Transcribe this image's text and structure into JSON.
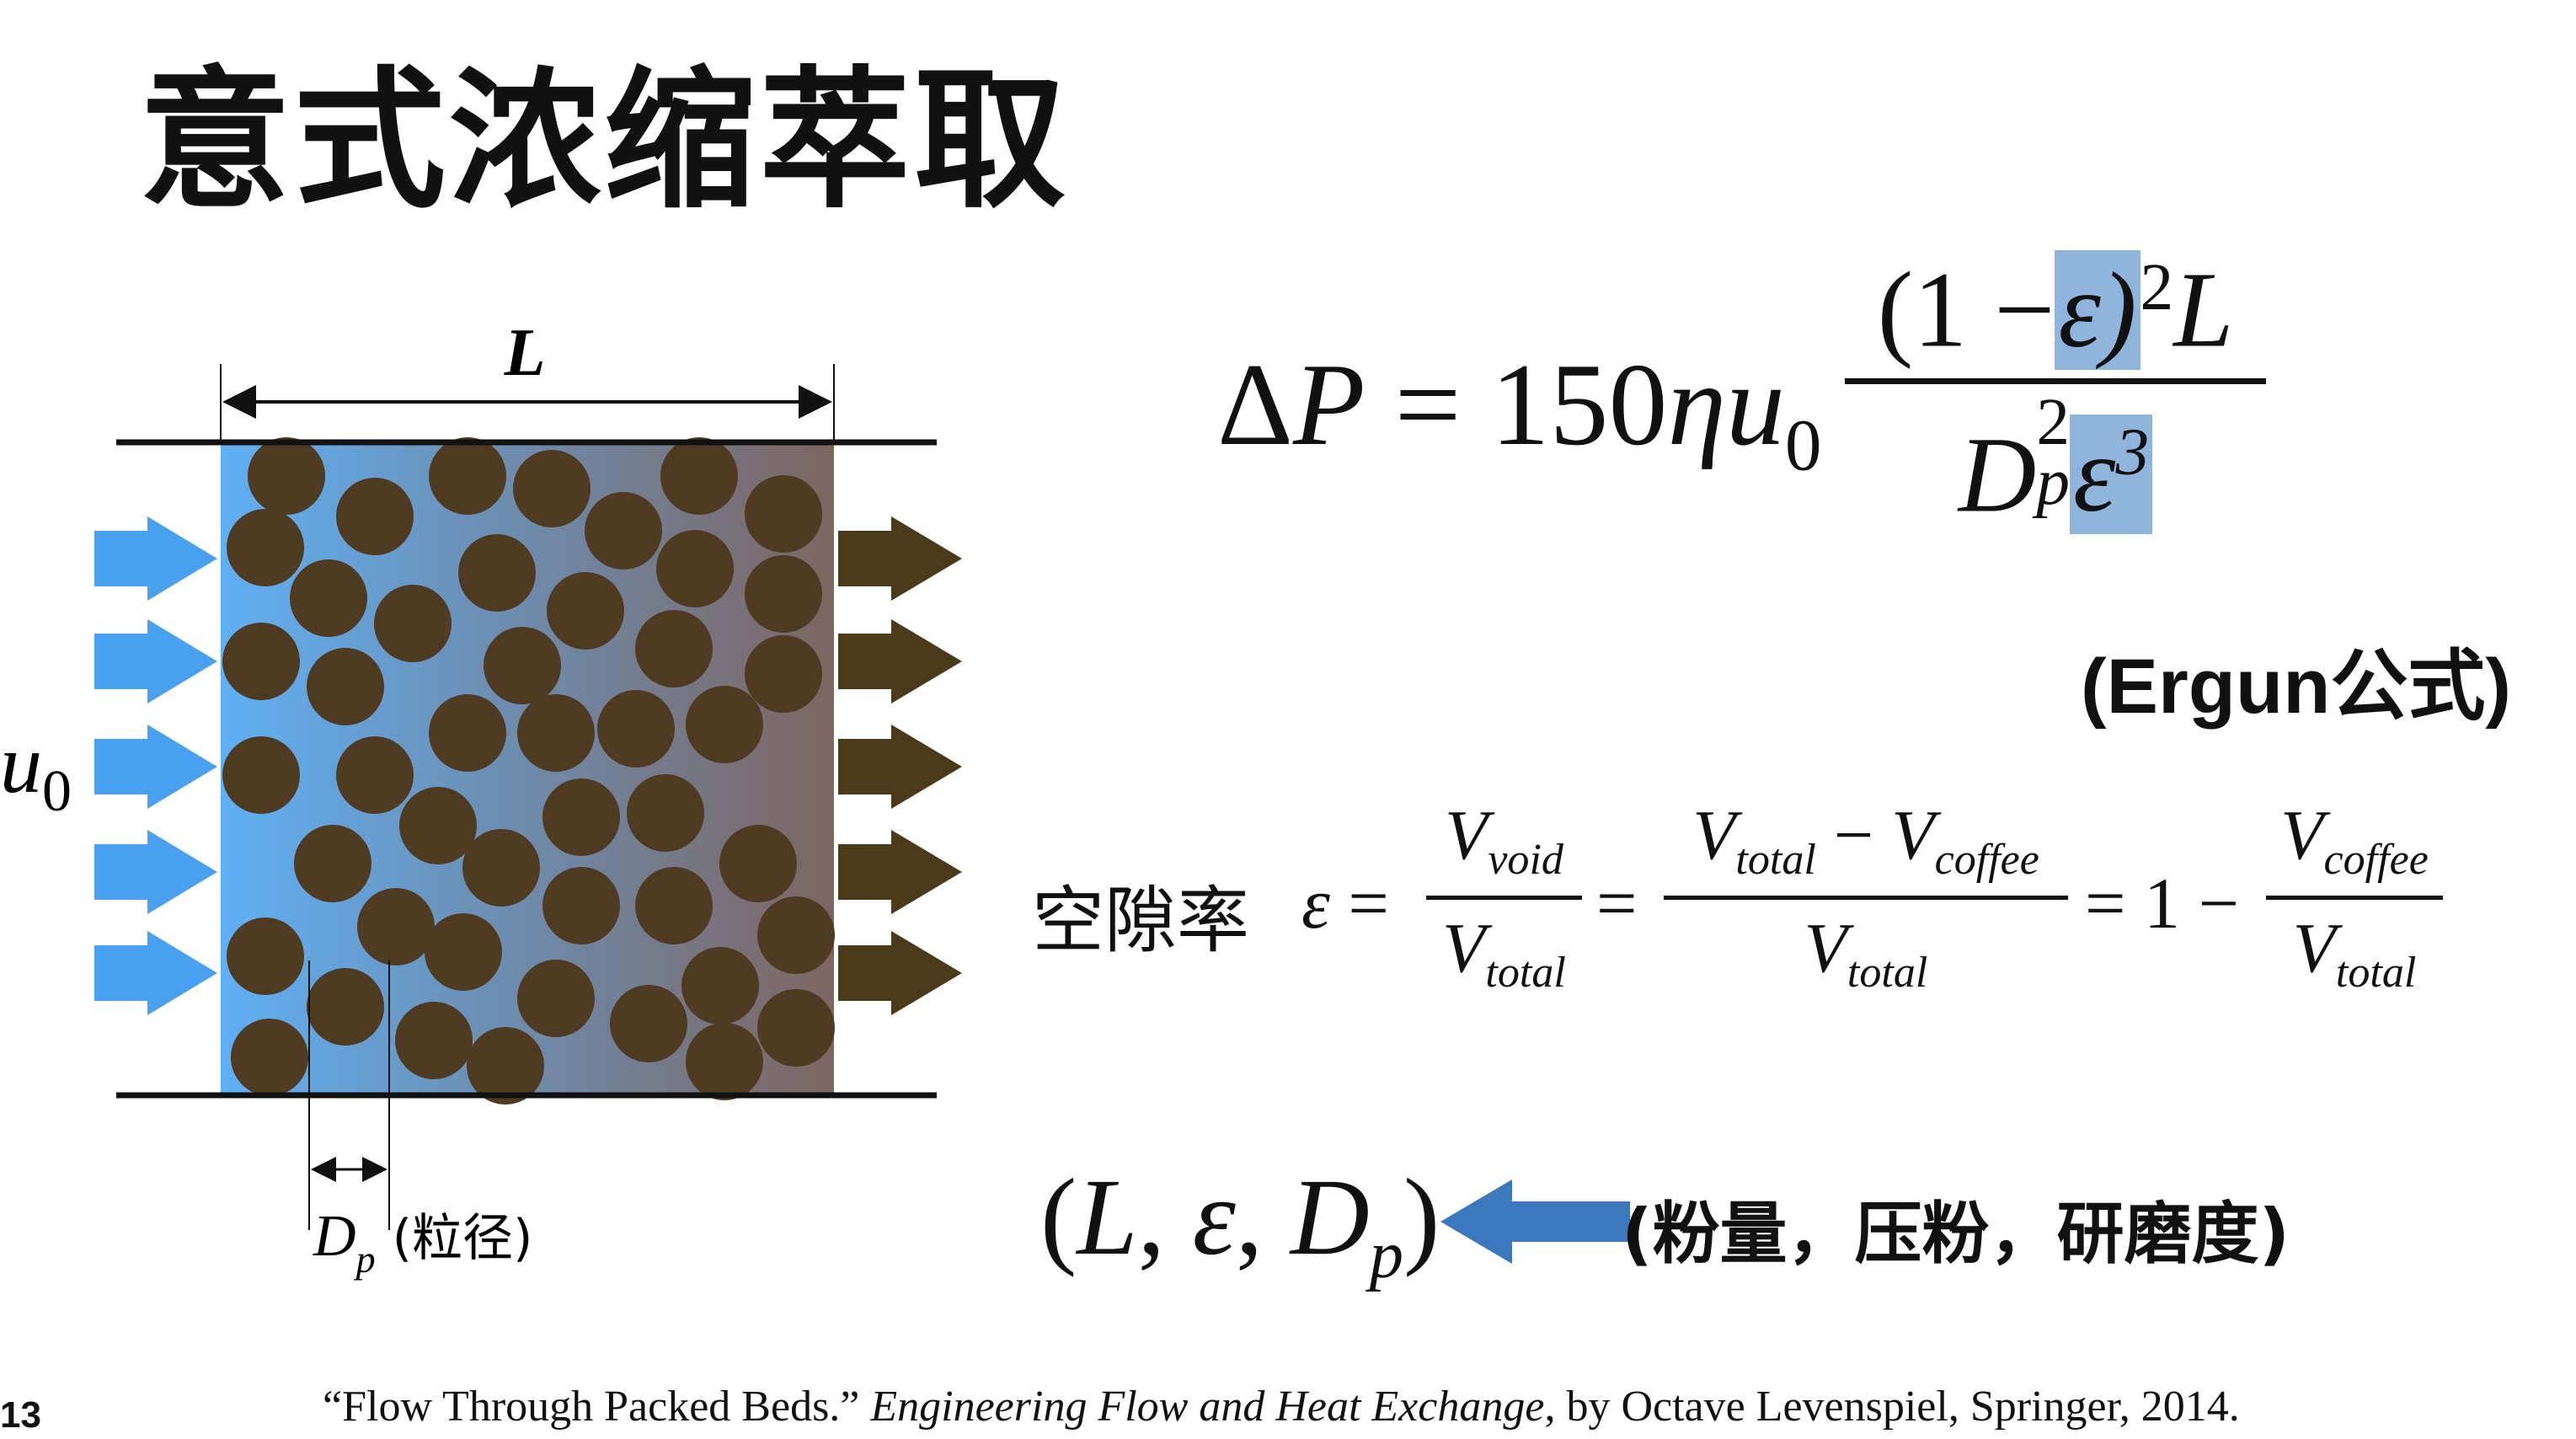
{
  "slide": {
    "title": "意式浓缩萃取",
    "page_number": "13"
  },
  "diagram": {
    "length_label": "L",
    "velocity_label": "u",
    "velocity_sub": "0",
    "particle_label": "D",
    "particle_sub": "p",
    "particle_desc": "(粒径)",
    "colors": {
      "inflow_arrow": "#4aa0f0",
      "outflow_arrow": "#4a3a1a",
      "particle": "#4f3a22",
      "bed_left": "#5fb0f4",
      "bed_right": "#7d6560"
    }
  },
  "ergun": {
    "lhs_delta": "Δ",
    "lhs_P": "P",
    "equals": "=",
    "coef": "150",
    "eta": "η",
    "u": "u",
    "u_sub": "0",
    "num_open": "(1 −",
    "num_eps": "ε",
    "num_close": ")",
    "num_sup": "2",
    "num_L": "L",
    "den_D": "D",
    "den_D_sup": "2",
    "den_D_sub": "p",
    "den_eps": "ε",
    "den_eps_sup": "3",
    "label": "(Ergun公式)",
    "highlight_color": "#8fb5dc"
  },
  "porosity": {
    "label": "空隙率",
    "eps": "ε",
    "eq": "=",
    "f1_num": "V",
    "f1_num_sub": "void",
    "f1_den": "V",
    "f1_den_sub": "total",
    "f2_num_a": "V",
    "f2_num_a_sub": "total",
    "f2_minus": "−",
    "f2_num_b": "V",
    "f2_num_b_sub": "coffee",
    "f2_den": "V",
    "f2_den_sub": "total",
    "one_minus": "1 −",
    "f3_num": "V",
    "f3_num_sub": "coffee",
    "f3_den": "V",
    "f3_den_sub": "total"
  },
  "params": {
    "open": "(",
    "L": "L",
    "comma1": ",",
    "eps": "ε",
    "comma2": ",",
    "D": "D",
    "D_sub": "p",
    "close": ")",
    "arrow_color": "#3b78bd",
    "desc": "(粉量，压粉，研磨度)"
  },
  "citation": {
    "quote": "“Flow Through Packed Beds.” ",
    "book": "Engineering Flow and Heat Exchange",
    "rest": ", by Octave Levenspiel, Springer, 2014."
  }
}
